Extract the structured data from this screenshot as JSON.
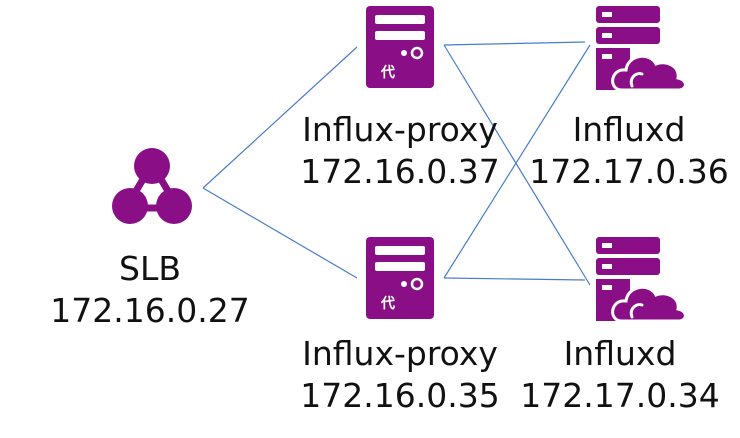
{
  "colors": {
    "node": "#8a0f86",
    "connector": "#4a7cc8",
    "text": "#111111",
    "icon_detail": "#ffffff"
  },
  "nodes": {
    "slb": {
      "icon": "load-balancer-icon",
      "name": "SLB",
      "ip": "172.16.0.27"
    },
    "proxy_top": {
      "icon": "proxy-server-icon",
      "glyph": "代",
      "name": "Influx-proxy",
      "ip": "172.16.0.37"
    },
    "proxy_bottom": {
      "icon": "proxy-server-icon",
      "glyph": "代",
      "name": "Influx-proxy",
      "ip": "172.16.0.35"
    },
    "influxd_top": {
      "icon": "cloud-server-icon",
      "name": "Influxd",
      "ip": "172.17.0.36"
    },
    "influxd_bottom": {
      "icon": "cloud-server-icon",
      "name": "Influxd",
      "ip": "172.17.0.34"
    }
  }
}
